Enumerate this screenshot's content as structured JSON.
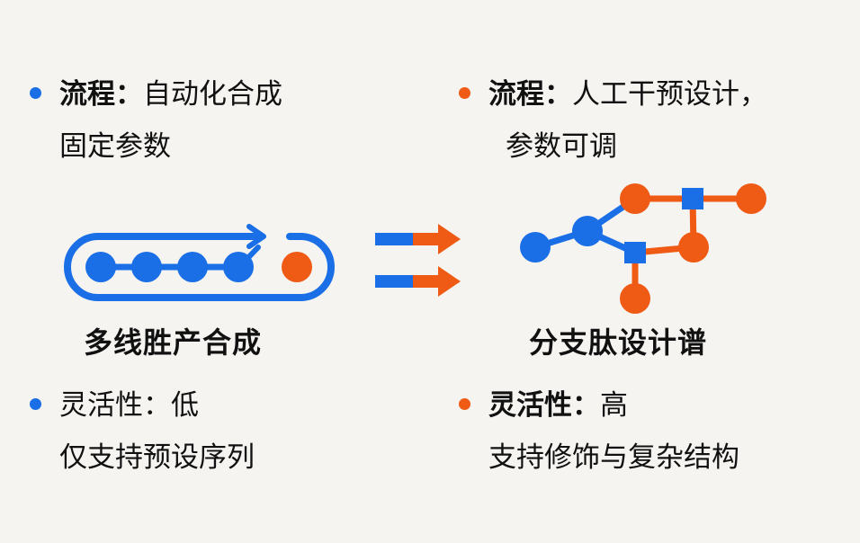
{
  "left": {
    "flow_label": "流程：",
    "flow_text_1": "自动化合成",
    "flow_text_2": "固定参数",
    "caption": "多线胜产合成",
    "flex_label": "灵活性：",
    "flex_value": "低",
    "flex_text_2": "仅支持预设序列"
  },
  "right": {
    "flow_label": "流程：",
    "flow_text_1": "人工干预设计，",
    "flow_text_2": "参数可调",
    "caption": "分支肽设计谱",
    "flex_label": "灵活性：",
    "flex_value": "高",
    "flex_text_2": "支持修饰与复杂结构"
  },
  "colors": {
    "blue": "#1a6fe6",
    "orange": "#ef5a14"
  }
}
